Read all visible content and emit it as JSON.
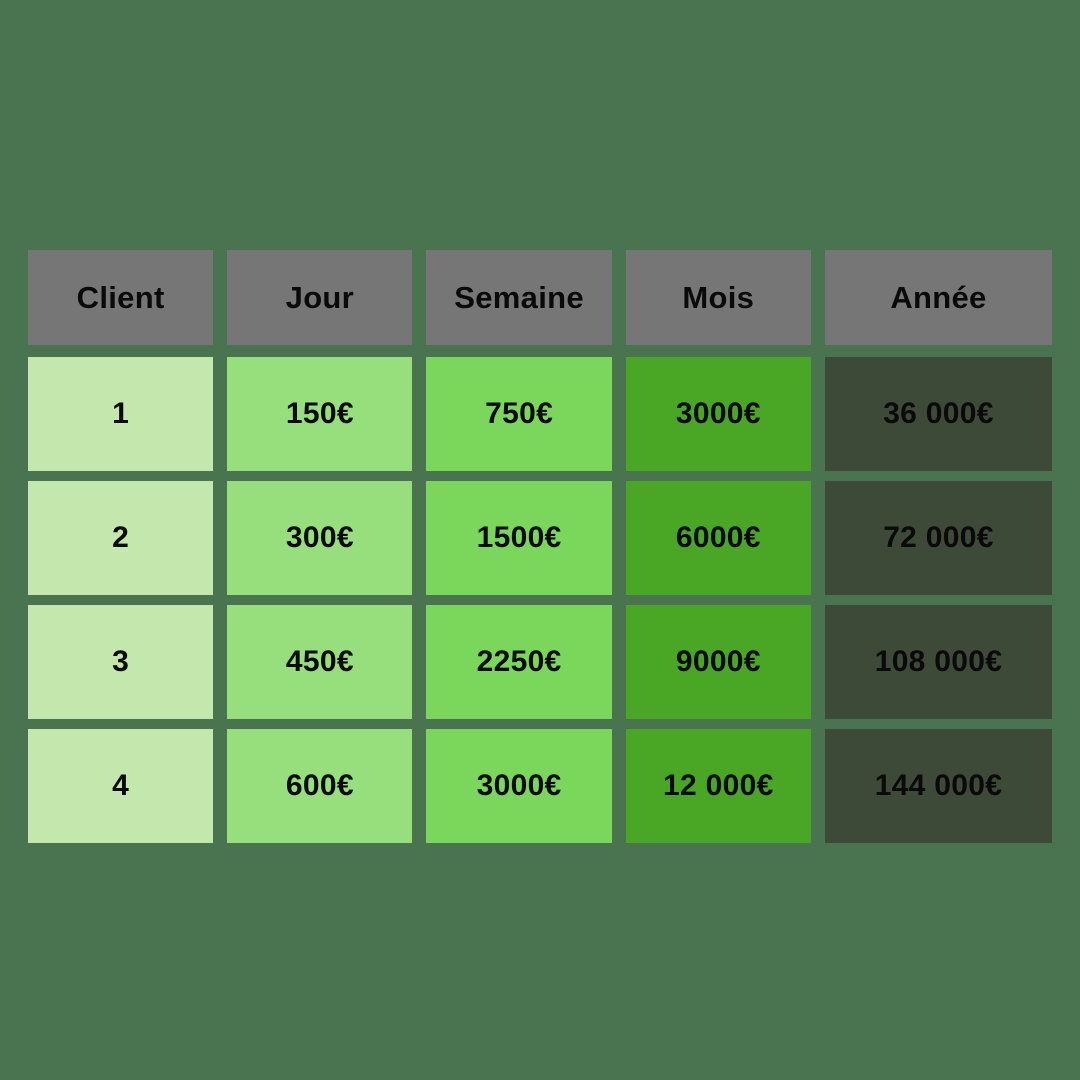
{
  "background_color": "#4a7350",
  "table": {
    "header_background": "#767676",
    "text_color": "#0a0a0a",
    "columns": [
      {
        "label": "Client",
        "body_color": "#c3e7ad"
      },
      {
        "label": "Jour",
        "body_color": "#97de7d"
      },
      {
        "label": "Semaine",
        "body_color": "#7bd75c"
      },
      {
        "label": "Mois",
        "body_color": "#4aa726"
      },
      {
        "label": "Année",
        "body_color": "#3e4a38"
      }
    ],
    "rows": [
      {
        "client": "1",
        "jour": "150€",
        "semaine": "750€",
        "mois": "3000€",
        "annee": "36 000€"
      },
      {
        "client": "2",
        "jour": "300€",
        "semaine": "1500€",
        "mois": "6000€",
        "annee": "72 000€"
      },
      {
        "client": "3",
        "jour": "450€",
        "semaine": "2250€",
        "mois": "9000€",
        "annee": "108 000€"
      },
      {
        "client": "4",
        "jour": "600€",
        "semaine": "3000€",
        "mois": "12 000€",
        "annee": "144 000€"
      }
    ]
  },
  "chart_data": {
    "type": "table",
    "title": "",
    "categories": [
      "Client",
      "Jour",
      "Semaine",
      "Mois",
      "Année"
    ],
    "series": [
      {
        "name": "Client 1",
        "values": [
          1,
          150,
          750,
          3000,
          36000
        ]
      },
      {
        "name": "Client 2",
        "values": [
          2,
          300,
          1500,
          6000,
          72000
        ]
      },
      {
        "name": "Client 3",
        "values": [
          3,
          450,
          2250,
          9000,
          108000
        ]
      },
      {
        "name": "Client 4",
        "values": [
          4,
          600,
          3000,
          12000,
          144000
        ]
      }
    ],
    "unit": "€",
    "xlabel": "",
    "ylabel": ""
  }
}
